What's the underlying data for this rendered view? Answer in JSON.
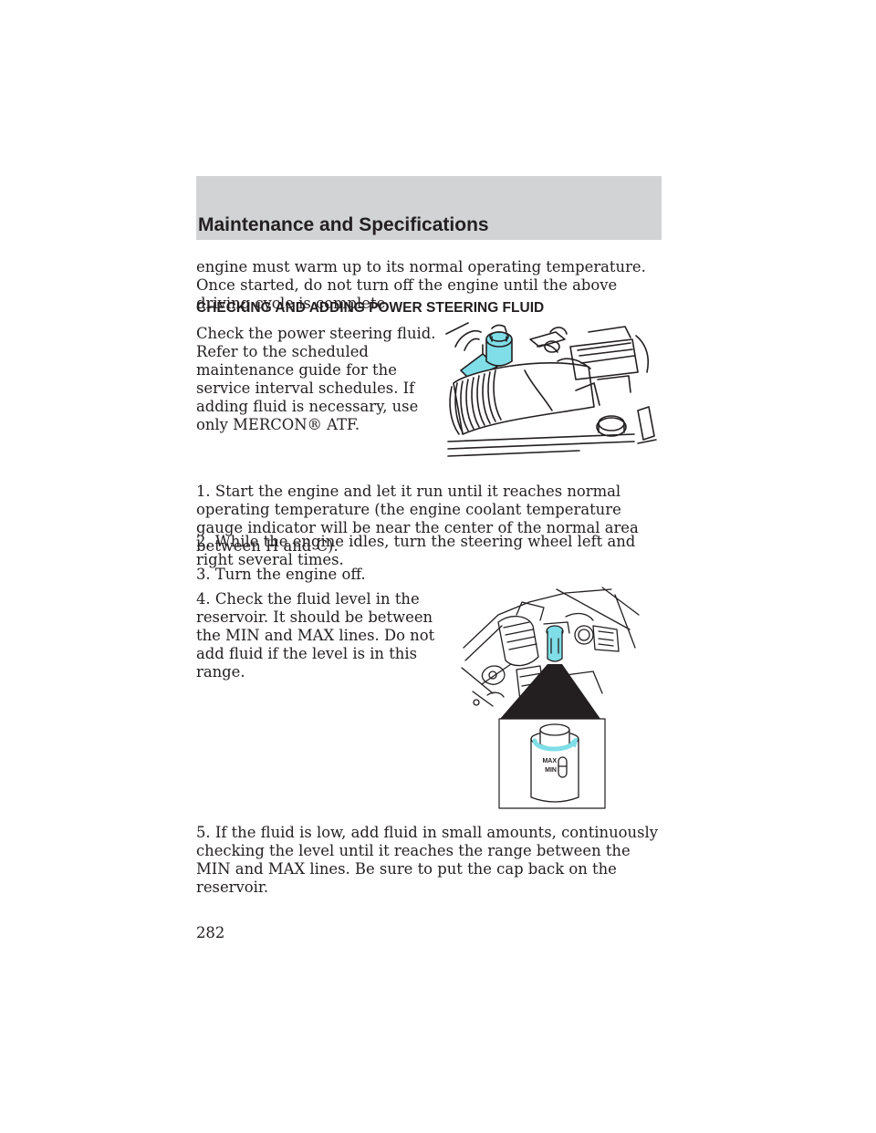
{
  "header": {
    "title": "Maintenance and Specifications"
  },
  "content": {
    "intro": "engine must warm up to its normal operating temperature. Once started, do not turn off the engine until the above driving cycle is complete.",
    "heading": "CHECKING AND ADDING POWER STEERING FLUID",
    "check_para": "Check the power steering fluid. Refer to the scheduled maintenance guide for the service interval schedules. If adding fluid is necessary, use only MERCON® ATF.",
    "step1": "1. Start the engine and let it run until it reaches normal operating temperature (the engine coolant temperature gauge indicator will be near the center of the normal area between H and C).",
    "step2": "2. While the engine idles, turn the steering wheel left and right several times.",
    "step3": "3. Turn the engine off.",
    "step4": "4. Check the fluid level in the reservoir. It should be between the MIN and MAX lines. Do not add fluid if the level is in this range.",
    "step5": "5. If the fluid is low, add fluid in small amounts, continuously checking the level until it reaches the range between the MIN and MAX lines. Be sure to put the cap back on the reservoir."
  },
  "figure2": {
    "max_label": "MAX",
    "min_label": "MIN"
  },
  "colors": {
    "header_band": "#d1d3d4",
    "highlight": "#7fdee8"
  },
  "page_number": "282"
}
